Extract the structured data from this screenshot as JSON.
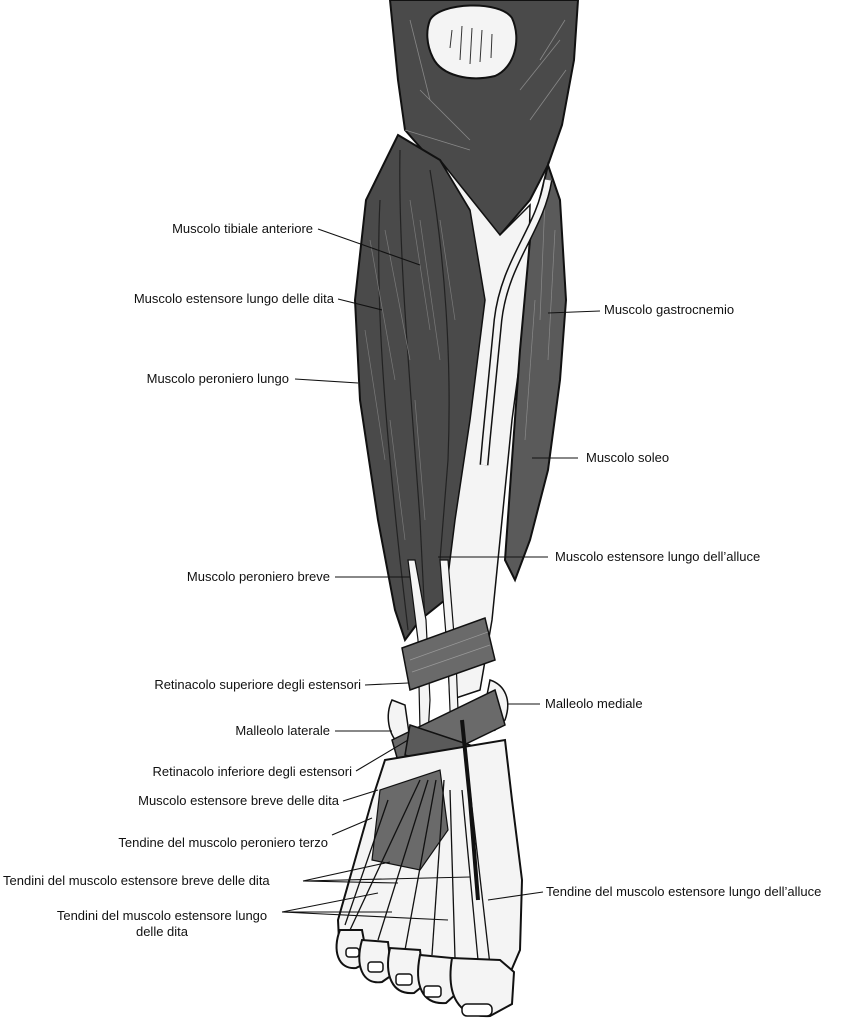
{
  "colors": {
    "muscle": "#4a4a4a",
    "muscle_light": "#6a6a6a",
    "bone": "#f4f4f4",
    "ink": "#111111",
    "background": "#ffffff"
  },
  "labels": {
    "tibialis_anterior": "Muscolo tibiale anteriore",
    "ext_digitorum_longus": "Muscolo estensore lungo delle dita",
    "peroneus_longus": "Muscolo peroniero lungo",
    "peroneus_brevis": "Muscolo peroniero breve",
    "sup_ext_retinaculum": "Retinacolo superiore degli estensori",
    "lateral_malleolus": "Malleolo laterale",
    "inf_ext_retinaculum": "Retinacolo inferiore degli estensori",
    "ext_digitorum_brevis": "Muscolo estensore breve delle dita",
    "peroneus_tertius_tendon": "Tendine del muscolo peroniero terzo",
    "ext_digitorum_brevis_tendons": "Tendini del muscolo estensore breve delle dita",
    "ext_digitorum_longus_tendons_1": "Tendini del muscolo estensore lungo",
    "ext_digitorum_longus_tendons_2": "delle dita",
    "gastrocnemius": "Muscolo gastrocnemio",
    "soleus": "Muscolo soleo",
    "ext_hallucis_longus": "Muscolo estensore lungo dell’alluce",
    "medial_malleolus": "Malleolo mediale",
    "ext_hallucis_longus_tendon": "Tendine del muscolo estensore lungo dell’alluce"
  }
}
